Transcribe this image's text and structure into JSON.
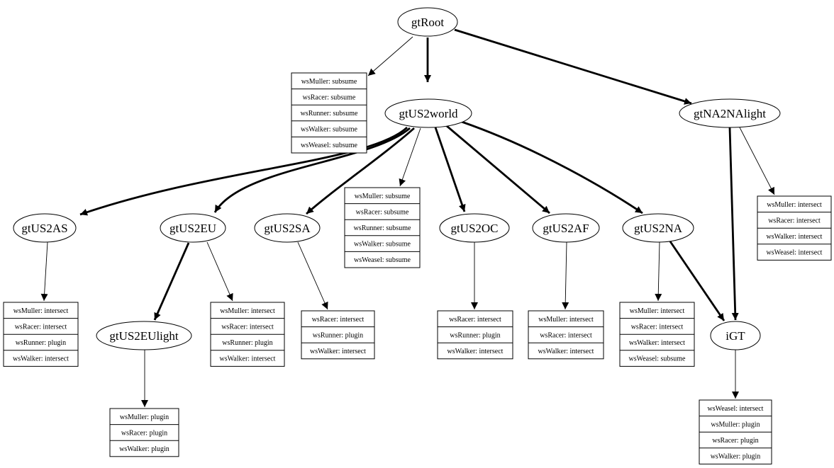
{
  "nodes": [
    {
      "id": "gtRoot",
      "label": "gtRoot"
    },
    {
      "id": "gtUS2world",
      "label": "gtUS2world"
    },
    {
      "id": "gtNA2NAlight",
      "label": "gtNA2NAlight"
    },
    {
      "id": "gtUS2AS",
      "label": "gtUS2AS"
    },
    {
      "id": "gtUS2EU",
      "label": "gtUS2EU"
    },
    {
      "id": "gtUS2SA",
      "label": "gtUS2SA"
    },
    {
      "id": "gtUS2OC",
      "label": "gtUS2OC"
    },
    {
      "id": "gtUS2AF",
      "label": "gtUS2AF"
    },
    {
      "id": "gtUS2NA",
      "label": "gtUS2NA"
    },
    {
      "id": "gtUS2EUlight",
      "label": "gtUS2EUlight"
    },
    {
      "id": "iGT",
      "label": "iGT"
    }
  ],
  "tables": [
    {
      "id": "t-gtRoot",
      "rows": [
        "wsMuller: subsume",
        "wsRacer: subsume",
        "wsRunner: subsume",
        "wsWalker: subsume",
        "wsWeasel: subsume"
      ]
    },
    {
      "id": "t-gtUS2world",
      "rows": [
        "wsMuller: subsume",
        "wsRacer: subsume",
        "wsRunner: subsume",
        "wsWalker: subsume",
        "wsWeasel: subsume"
      ]
    },
    {
      "id": "t-gtNA2NAlight",
      "rows": [
        "wsMuller: intersect",
        "wsRacer: intersect",
        "wsWalker: intersect",
        "wsWeasel: intersect"
      ]
    },
    {
      "id": "t-gtUS2AS",
      "rows": [
        "wsMuller: intersect",
        "wsRacer: intersect",
        "wsRunner: plugin",
        "wsWalker: intersect"
      ]
    },
    {
      "id": "t-gtUS2EU",
      "rows": [
        "wsMuller: intersect",
        "wsRacer: intersect",
        "wsRunner: plugin",
        "wsWalker: intersect"
      ]
    },
    {
      "id": "t-gtUS2SA",
      "rows": [
        "wsRacer: intersect",
        "wsRunner: plugin",
        "wsWalker: intersect"
      ]
    },
    {
      "id": "t-gtUS2OC",
      "rows": [
        "wsRacer: intersect",
        "wsRunner: plugin",
        "wsWalker: intersect"
      ]
    },
    {
      "id": "t-gtUS2AF",
      "rows": [
        "wsMuller: intersect",
        "wsRacer: intersect",
        "wsWalker: intersect"
      ]
    },
    {
      "id": "t-gtUS2NA",
      "rows": [
        "wsMuller: intersect",
        "wsRacer: intersect",
        "wsWalker: intersect",
        "wsWeasel: subsume"
      ]
    },
    {
      "id": "t-gtUS2EUlight",
      "rows": [
        "wsMuller: plugin",
        "wsRacer: plugin",
        "wsWalker: plugin"
      ]
    },
    {
      "id": "t-iGT",
      "rows": [
        "wsWeasel: intersect",
        "wsMuller: plugin",
        "wsRacer: plugin",
        "wsWalker: plugin"
      ]
    }
  ],
  "edges": [
    {
      "from": "gtRoot",
      "to": "gtUS2world",
      "weight": "bold"
    },
    {
      "from": "gtRoot",
      "to": "gtNA2NAlight",
      "weight": "bold"
    },
    {
      "from": "gtRoot",
      "to": "t-gtRoot",
      "weight": "thin"
    },
    {
      "from": "gtUS2world",
      "to": "gtUS2AS",
      "weight": "bold"
    },
    {
      "from": "gtUS2world",
      "to": "gtUS2EU",
      "weight": "bold"
    },
    {
      "from": "gtUS2world",
      "to": "gtUS2SA",
      "weight": "bold"
    },
    {
      "from": "gtUS2world",
      "to": "t-gtUS2world",
      "weight": "thin"
    },
    {
      "from": "gtUS2world",
      "to": "gtUS2OC",
      "weight": "bold"
    },
    {
      "from": "gtUS2world",
      "to": "gtUS2AF",
      "weight": "bold"
    },
    {
      "from": "gtUS2world",
      "to": "gtUS2NA",
      "weight": "bold"
    },
    {
      "from": "gtNA2NAlight",
      "to": "t-gtNA2NAlight",
      "weight": "thin"
    },
    {
      "from": "gtNA2NAlight",
      "to": "iGT",
      "weight": "bold"
    },
    {
      "from": "gtUS2AS",
      "to": "t-gtUS2AS",
      "weight": "thin"
    },
    {
      "from": "gtUS2EU",
      "to": "gtUS2EUlight",
      "weight": "bold"
    },
    {
      "from": "gtUS2EU",
      "to": "t-gtUS2EU",
      "weight": "thin"
    },
    {
      "from": "gtUS2SA",
      "to": "t-gtUS2SA",
      "weight": "thin"
    },
    {
      "from": "gtUS2OC",
      "to": "t-gtUS2OC",
      "weight": "thin"
    },
    {
      "from": "gtUS2AF",
      "to": "t-gtUS2AF",
      "weight": "thin"
    },
    {
      "from": "gtUS2NA",
      "to": "t-gtUS2NA",
      "weight": "thin"
    },
    {
      "from": "gtUS2NA",
      "to": "iGT",
      "weight": "bold"
    },
    {
      "from": "gtUS2EUlight",
      "to": "t-gtUS2EUlight",
      "weight": "thin"
    },
    {
      "from": "iGT",
      "to": "t-iGT",
      "weight": "thin"
    }
  ]
}
